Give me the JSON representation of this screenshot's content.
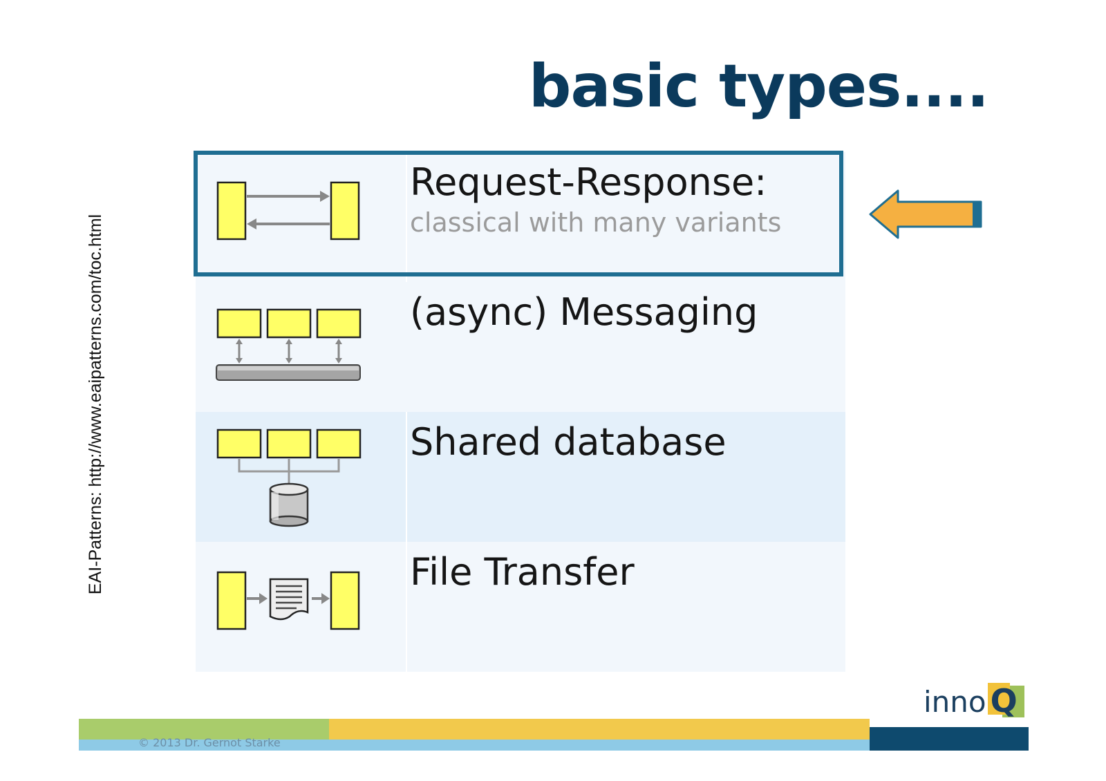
{
  "slide": {
    "title": "basic types....",
    "side_source": "EAI-Patterns: http://www.eaipatterns.com/toc.html",
    "copyright": "© 2013 Dr. Gernot Starke",
    "logo_text": "inno",
    "logo_letter": "Q"
  },
  "rows": [
    {
      "title": "Request-Response:",
      "subtitle": "classical with many variants",
      "icon": "request-response-icon",
      "highlighted": true
    },
    {
      "title": "(async) Messaging",
      "subtitle": "",
      "icon": "messaging-icon",
      "highlighted": false
    },
    {
      "title": "Shared database",
      "subtitle": "",
      "icon": "shared-database-icon",
      "highlighted": false
    },
    {
      "title": "File Transfer",
      "subtitle": "",
      "icon": "file-transfer-icon",
      "highlighted": false
    }
  ],
  "colors": {
    "title": "#0b3a5c",
    "highlight_border": "#1f6e92",
    "app_box": "#ffff66",
    "arrow_fill": "#f5b041",
    "bar_green": "#a9cc6b",
    "bar_yellow": "#f2c94c",
    "bar_blue": "#8ecae6",
    "bar_navy": "#0e4a6e"
  }
}
